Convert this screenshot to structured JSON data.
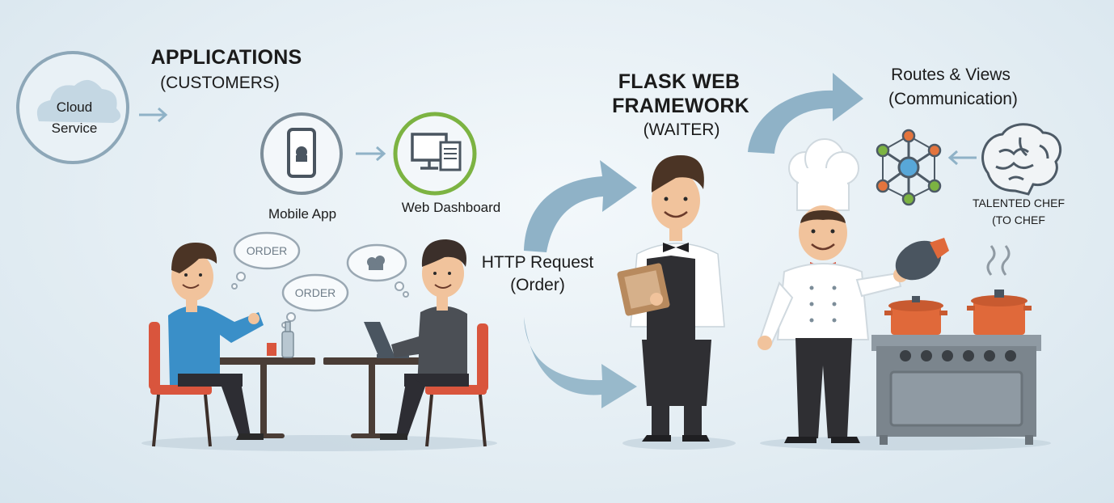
{
  "nodes": {
    "cloud": {
      "line1": "Cloud",
      "line2": "Service"
    },
    "applications": {
      "title": "APPLICATIONS",
      "subtitle": "(CUSTOMERS)"
    },
    "mobile_app": {
      "label": "Mobile App"
    },
    "web_dashboard": {
      "label": "Web Dashboard"
    },
    "http_request": {
      "line1": "HTTP Request",
      "line2": "(Order)"
    },
    "flask": {
      "line1": "FLASK WEB",
      "line2": "FRAMEWORK",
      "line3": "(WAITER)"
    },
    "routes": {
      "line1": "Routes & Views",
      "line2": "(Communication)"
    },
    "chef": {
      "line1": "TALENTED CHEF",
      "line2": "(TO CHEF"
    }
  },
  "bubbles": {
    "order_1": "ORDER",
    "order_2": "ORDER"
  },
  "icons": [
    "cloud-icon",
    "phone-icon",
    "monitor-icon",
    "network-icon",
    "brain-icon",
    "arrow-icon"
  ],
  "colors": {
    "accent_green": "#7cb342",
    "arrow_blue": "#8fb2c7",
    "ring_gray": "#7c8d99",
    "chair_red": "#d9553d",
    "pot_orange": "#e0693a"
  }
}
